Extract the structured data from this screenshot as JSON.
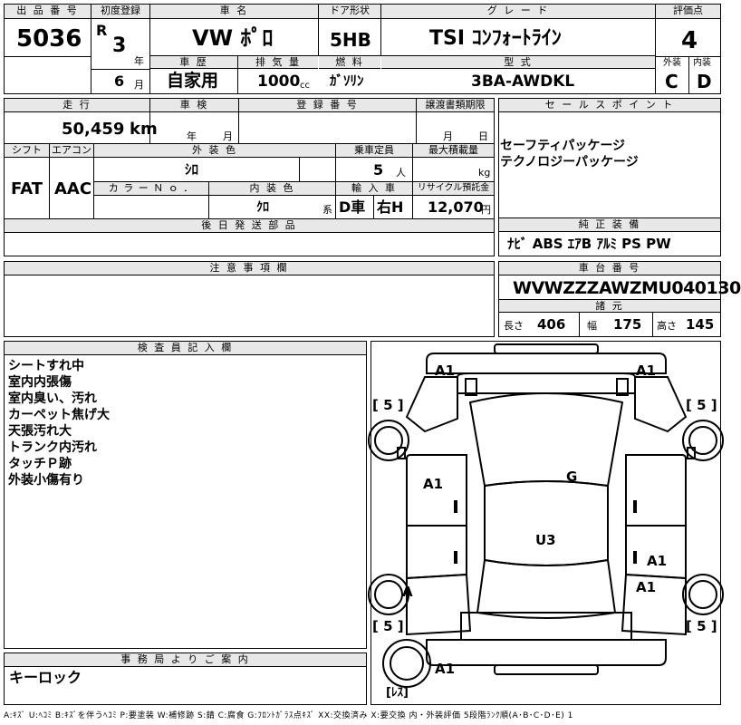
{
  "lot": {
    "label": "出 品 番 号",
    "value": "5036"
  },
  "first_reg": {
    "label": "初度登録",
    "era": "R",
    "year": "3",
    "year_unit": "年",
    "month": "6",
    "month_unit": "月"
  },
  "car_name": {
    "label": "車 名",
    "value": "VW ﾎﾟﾛ"
  },
  "door": {
    "label": "ドア形状",
    "value": "5HB"
  },
  "grade": {
    "label": "グ レ ー ド",
    "value": "TSI ｺﾝﾌｫｰﾄﾗｲﾝ"
  },
  "score": {
    "label": "評価点",
    "value": "4",
    "ext_label": "外装",
    "int_label": "内装",
    "ext": "C",
    "int": "D"
  },
  "history": {
    "label": "車 歴",
    "value": "自家用"
  },
  "displacement": {
    "label": "排 気 量",
    "value": "1000",
    "unit": "cc"
  },
  "fuel": {
    "label": "燃 料",
    "value": "ｶﾞｿﾘﾝ"
  },
  "model": {
    "label": "型 式",
    "value": "3BA-AWDKL"
  },
  "mileage": {
    "label": "走 行",
    "value": "50,459",
    "unit": "km"
  },
  "inspection": {
    "label": "車 検",
    "year_unit": "年",
    "month_unit": "月"
  },
  "reg_no": {
    "label": "登 録 番 号"
  },
  "transfer": {
    "label": "譲渡書類期限",
    "month_unit": "月",
    "day_unit": "日"
  },
  "sales_points": {
    "label": "セ ー ル ス ポ イ ン ト",
    "items": [
      "セーフティパッケージ",
      "テクノロジーパッケージ"
    ]
  },
  "shift": {
    "label": "シフト",
    "value": "FAT"
  },
  "aircon": {
    "label": "エアコン",
    "value": "AAC"
  },
  "ext_color": {
    "label": "外 装 色",
    "value": "ｼﾛ"
  },
  "color_no": {
    "label": "カ ラ ー Ｎ ｏ ．"
  },
  "int_color": {
    "label": "内 装 色",
    "value": "ｸﾛ",
    "unit": "系"
  },
  "capacity": {
    "label": "乗車定員",
    "value": "5",
    "unit": "人"
  },
  "max_load": {
    "label": "最大積載量",
    "unit": "kg"
  },
  "import": {
    "label": "輸 入 車",
    "dealer": "D車",
    "handle": "右H"
  },
  "recycle": {
    "label": "リサイクル預託金",
    "value": "12,070",
    "unit": "円"
  },
  "later_parts": {
    "label": "後 日 発 送 部 品"
  },
  "genuine": {
    "label": "純 正 装 備",
    "value": "ﾅﾋﾞ ABS ｴｱB ｱﾙﾐ PS PW"
  },
  "notes": {
    "label": "注 意 事 項 欄"
  },
  "vin": {
    "label": "車 台 番 号",
    "value": "WVWZZZAWZMU040130"
  },
  "specs": {
    "label": "諸 元",
    "length_label": "長さ",
    "length": "406",
    "width_label": "幅",
    "width": "175",
    "height_label": "高さ",
    "height": "145"
  },
  "inspector": {
    "label": "検 査 員 記 入 欄",
    "items": [
      "シートすれ中",
      "室内内張傷",
      "室内臭い、汚れ",
      "カーペット焦げ大",
      "天張汚れ大",
      "トランク内汚れ",
      "タッチＰ跡",
      "外装小傷有り"
    ]
  },
  "office": {
    "label": "事 務 局 よ り ご 案 内",
    "value": "キーロック"
  },
  "diagram": {
    "marks": [
      "A1",
      "A1",
      "[ 5 ]",
      "[ 5 ]",
      "G",
      "A1",
      "U3",
      "A1",
      "A1",
      "A",
      "[ 5 ]",
      "[ 5 ]",
      "A1",
      "[ﾚｽ]"
    ]
  },
  "legend": "A:ｷｽﾞ U:ﾍｺﾐ B:ｷｽﾞを伴うﾍｺﾐ P:要塗装 W:補修跡 S:錆 C:腐食 G:ﾌﾛﾝﾄｶﾞﾗｽ点ｷｽﾞ XX:交換済み X:要交換  内・外装評価 5段階ﾗﾝｸ順(A･B･C･D･E) 1"
}
